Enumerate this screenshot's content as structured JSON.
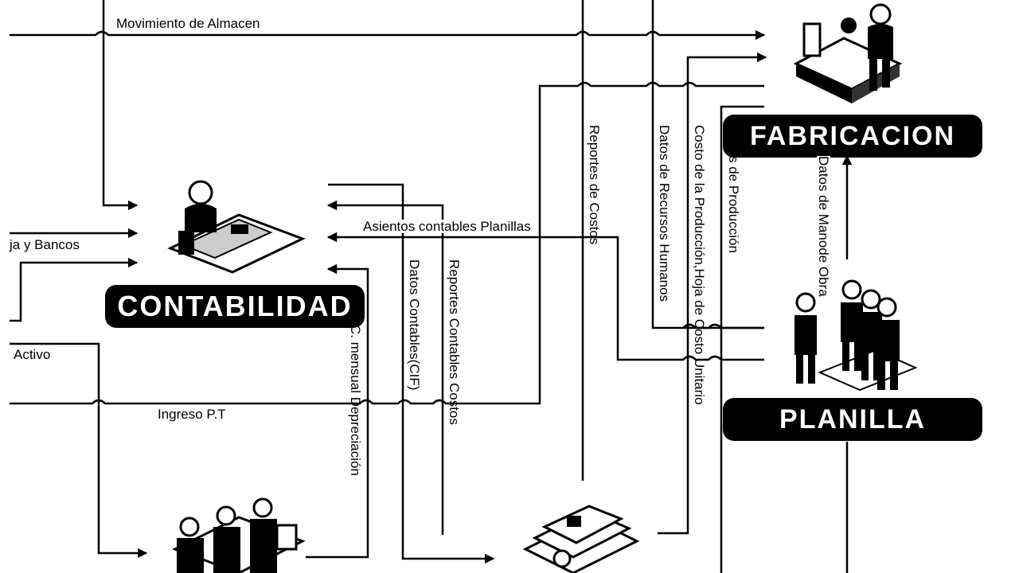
{
  "modules": {
    "contabilidad": "CONTABILIDAD",
    "fabricacion": "FABRICACION",
    "planilla": "PLANILLA"
  },
  "flows": {
    "movimiento_almacen": "Movimiento de Almacen",
    "caja_bancos": "ja y Bancos",
    "activo": "Activo",
    "ingreso_pt": "Ingreso P.T",
    "asientos_planillas": "Asientos contables Planillas",
    "depreciacion": "C. mensual Depreciación",
    "datos_contables_cif": "Datos Contables(CIF)",
    "reportes_contables_costos": "Reportes Contables Costos",
    "reportes_costos": "Reportes de Costos",
    "datos_rrhh": "Datos de Recursos Humanos",
    "costo_produccion": "Costo de la Producción,Hoja de Costo Unitario",
    "s_produccion": "s de Producción",
    "datos_mano_obra": "Datos de Manode Obra"
  },
  "icons": {
    "accountant": "accountant-desk-icon",
    "factory_worker": "factory-worker-icon",
    "staff_group": "staff-group-icon",
    "workers_team": "workers-team-icon",
    "documents": "documents-stack-icon"
  }
}
